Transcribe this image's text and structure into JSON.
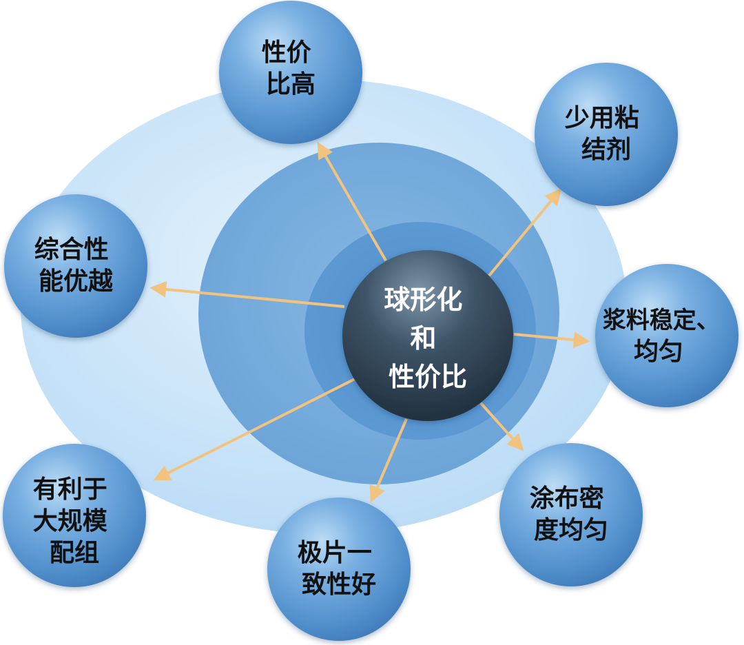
{
  "diagram": {
    "center": {
      "lines": [
        "球形化",
        "和",
        "性价比"
      ]
    },
    "nodes": [
      {
        "id": "cost-effective",
        "lines": [
          "性价",
          "比高"
        ]
      },
      {
        "id": "less-binder",
        "lines": [
          "少用粘",
          "结剂"
        ]
      },
      {
        "id": "slurry-stable",
        "lines": [
          "浆料稳定、",
          "均匀"
        ]
      },
      {
        "id": "coating-uniform",
        "lines": [
          "涂布密",
          "度均匀"
        ]
      },
      {
        "id": "electrode-consistent",
        "lines": [
          "极片一",
          "致性好"
        ]
      },
      {
        "id": "large-scale-assembly",
        "lines": [
          "有利于",
          "大规模",
          "配组"
        ]
      },
      {
        "id": "overall-performance",
        "lines": [
          "综合性",
          "能优越"
        ]
      }
    ],
    "colors": {
      "outer_ellipse": "#cfe6f8",
      "middle_ellipse": "#7fb0de",
      "inner_ellipse": "#5a98d2",
      "node_fill": "#5b9bd5",
      "center_fill": "#2d3e4f",
      "arrow": "#f2c37e",
      "node_text": "#111111",
      "center_text": "#ffffff"
    }
  }
}
